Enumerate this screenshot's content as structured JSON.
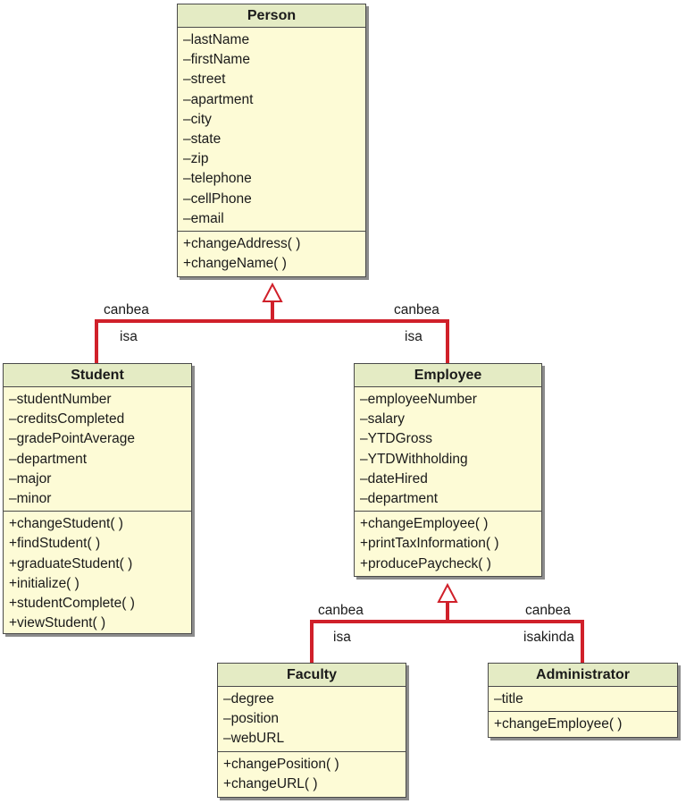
{
  "diagram": {
    "accent_color": "#d0202a",
    "classes": {
      "person": {
        "name": "Person",
        "attributes": [
          "–lastName",
          "–firstName",
          "–street",
          "–apartment",
          "–city",
          "–state",
          "–zip",
          "–telephone",
          "–cellPhone",
          "–email"
        ],
        "methods": [
          "+changeAddress( )",
          "+changeName( )"
        ]
      },
      "student": {
        "name": "Student",
        "attributes": [
          "–studentNumber",
          "–creditsCompleted",
          "–gradePointAverage",
          "–department",
          "–major",
          "–minor"
        ],
        "methods": [
          "+changeStudent( )",
          "+findStudent( )",
          "+graduateStudent( )",
          "+initialize( )",
          "+studentComplete( )",
          "+viewStudent( )"
        ]
      },
      "employee": {
        "name": "Employee",
        "attributes": [
          "–employeeNumber",
          "–salary",
          "–YTDGross",
          "–YTDWithholding",
          "–dateHired",
          "–department"
        ],
        "methods": [
          "+changeEmployee( )",
          "+printTaxInformation( )",
          "+producePaycheck( )"
        ]
      },
      "faculty": {
        "name": "Faculty",
        "attributes": [
          "–degree",
          "–position",
          "–webURL"
        ],
        "methods": [
          "+changePosition( )",
          "+changeURL( )"
        ]
      },
      "administrator": {
        "name": "Administrator",
        "attributes": [
          "–title"
        ],
        "methods": [
          "+changeEmployee( )"
        ]
      }
    },
    "labels": {
      "student_canbea": "canbea",
      "student_isa": "isa",
      "employee_canbea": "canbea",
      "employee_isa": "isa",
      "faculty_canbea": "canbea",
      "faculty_isa": "isa",
      "admin_canbea": "canbea",
      "admin_isakinda": "isakinda"
    }
  }
}
